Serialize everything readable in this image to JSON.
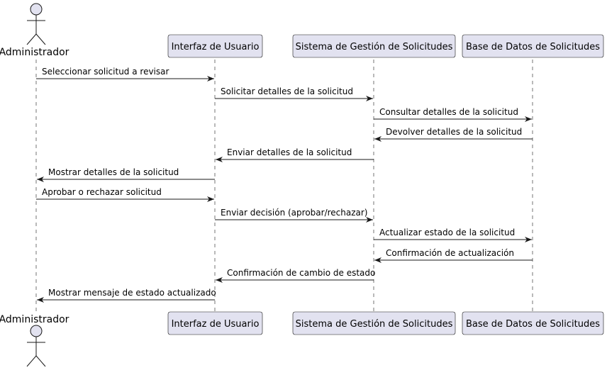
{
  "participants": [
    {
      "id": "admin",
      "label": "Administrador",
      "kind": "actor"
    },
    {
      "id": "ui",
      "label": "Interfaz de Usuario",
      "kind": "participant"
    },
    {
      "id": "sys",
      "label": "Sistema de Gestión de Solicitudes",
      "kind": "participant"
    },
    {
      "id": "db",
      "label": "Base de Datos de Solicitudes",
      "kind": "participant"
    }
  ],
  "messages": [
    {
      "from": "admin",
      "to": "ui",
      "label": "Seleccionar solicitud a revisar"
    },
    {
      "from": "ui",
      "to": "sys",
      "label": "Solicitar detalles de la solicitud"
    },
    {
      "from": "sys",
      "to": "db",
      "label": "Consultar detalles de la solicitud"
    },
    {
      "from": "db",
      "to": "sys",
      "label": "Devolver detalles de la solicitud"
    },
    {
      "from": "sys",
      "to": "ui",
      "label": "Enviar detalles de la solicitud"
    },
    {
      "from": "ui",
      "to": "admin",
      "label": "Mostrar detalles de la solicitud"
    },
    {
      "from": "admin",
      "to": "ui",
      "label": "Aprobar o rechazar solicitud"
    },
    {
      "from": "ui",
      "to": "sys",
      "label": "Enviar decisión (aprobar/rechazar)"
    },
    {
      "from": "sys",
      "to": "db",
      "label": "Actualizar estado de la solicitud"
    },
    {
      "from": "db",
      "to": "sys",
      "label": "Confirmación de actualización"
    },
    {
      "from": "sys",
      "to": "ui",
      "label": "Confirmación de cambio de estado"
    },
    {
      "from": "ui",
      "to": "admin",
      "label": "Mostrar mensaje de estado actualizado"
    }
  ],
  "colors": {
    "box_fill": "#e2e2f0",
    "box_stroke": "#181818",
    "lifeline": "#181818",
    "arrow": "#181818",
    "text": "#000000"
  }
}
